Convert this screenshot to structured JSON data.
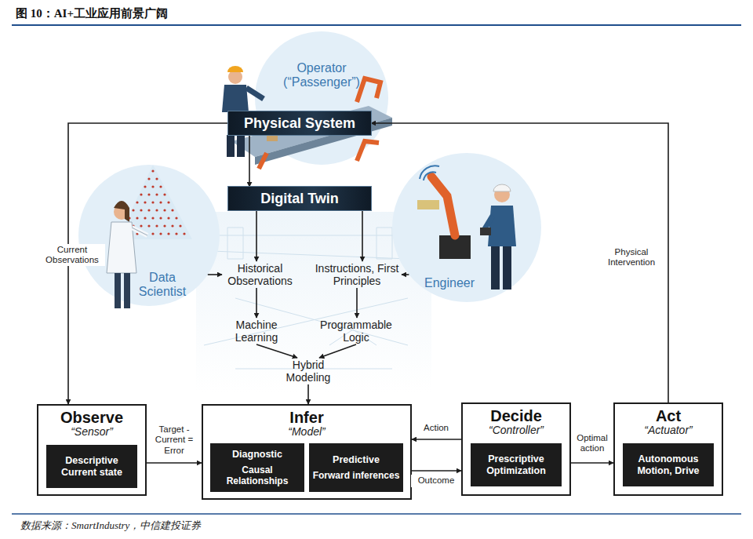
{
  "diagram": {
    "title": "图 10：AI+工业应用前景广阔",
    "caption": "数据来源：SmartIndustry，中信建投证券",
    "nodes": [
      {
        "text": [
          "Operator (“Passenger”)"
        ]
      },
      {
        "text": [
          "Physical System"
        ]
      },
      {
        "text": [
          "Digital Twin"
        ]
      },
      {
        "text": [
          "Data Scientist"
        ]
      },
      {
        "text": [
          "Engineer"
        ]
      },
      {
        "text": [
          "Historical Observations"
        ]
      },
      {
        "text": [
          "Instructions, First Principles"
        ]
      },
      {
        "text": [
          "Machine Learning"
        ]
      },
      {
        "text": [
          "Programmable Logic"
        ]
      },
      {
        "text": [
          "Hybrid Modeling"
        ]
      },
      {
        "text": [
          "Observe",
          "“Sensor”"
        ]
      },
      {
        "text": [
          "Descriptive Current state"
        ],
        "in": 10
      },
      {
        "text": [
          "Infer",
          "“Model”"
        ]
      },
      {
        "text": [
          "Diagnostic",
          "Causal Relationships"
        ],
        "in": 12
      },
      {
        "text": [
          "Predictive",
          "Forward inferences"
        ],
        "in": 12
      },
      {
        "text": [
          "Decide",
          "“Controller”"
        ]
      },
      {
        "text": [
          "Prescriptive Optimization"
        ],
        "in": 15
      },
      {
        "text": [
          "Act",
          "“Actuator”"
        ]
      },
      {
        "text": [
          "Autonomous Motion, Drive"
        ],
        "in": 17
      }
    ],
    "edges": [
      {
        "from": 1,
        "to": 2,
        "arrow": "to"
      },
      {
        "from": 1,
        "to": 10,
        "label": "Current Observations",
        "arrow": "to"
      },
      {
        "from": 17,
        "to": 1,
        "label": "Physical Intervention",
        "arrow": "to"
      },
      {
        "from": 2,
        "to": 5,
        "arrow": "to"
      },
      {
        "from": 2,
        "to": 6,
        "arrow": "to"
      },
      {
        "from": 3,
        "to": 5,
        "arrow": "to"
      },
      {
        "from": 4,
        "to": 6,
        "arrow": "to"
      },
      {
        "from": 5,
        "to": 7,
        "arrow": "to"
      },
      {
        "from": 6,
        "to": 8,
        "arrow": "to"
      },
      {
        "from": 7,
        "to": 9,
        "arrow": "to"
      },
      {
        "from": 8,
        "to": 9,
        "arrow": "to"
      },
      {
        "from": 9,
        "to": 12,
        "arrow": "to"
      },
      {
        "from": 10,
        "to": 12,
        "label": "Target - Current = Error",
        "arrow": "to"
      },
      {
        "from": 15,
        "to": 12,
        "label": "Action",
        "arrow": "to"
      },
      {
        "from": 12,
        "to": 15,
        "label": "Outcome",
        "arrow": "to"
      },
      {
        "from": 15,
        "to": 17,
        "label": "Optimal action",
        "arrow": "to"
      }
    ]
  }
}
